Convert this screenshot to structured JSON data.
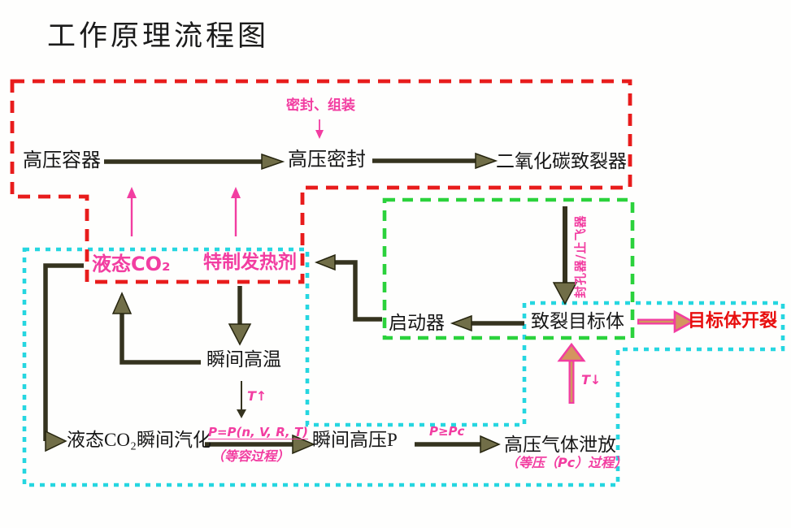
{
  "slide": {
    "title": "工作原理流程图"
  },
  "colors": {
    "red_dash": "#e81c1c",
    "green_dash": "#2bd23c",
    "cyan_dash": "#26d6e0",
    "pink": "#f23da1",
    "arrow_dark": "#35331f",
    "arrow_head_olive": "#716e48",
    "arrow_tan_core": "#d4955f",
    "text_black": "#161616",
    "cracked_red": "#e80f0f"
  },
  "nodes": {
    "vessel": "高压容器",
    "seal": "高压密封",
    "cracker": "二氧化碳致裂器",
    "liquid_co2": "液态CO₂",
    "agent": "特制发热剂",
    "starter": "启动器",
    "target": "致裂目标体",
    "cracked": "目标体开裂",
    "high_temp": "瞬间高温",
    "vaporize": "液态CO₂瞬间汽化",
    "high_pressure": "瞬间高压P",
    "gas_release": "高压气体泄放"
  },
  "annotations": {
    "seal_assemble": "密封、组装",
    "plug": "封孔器/止飞器",
    "t_up": "T↑",
    "t_down": "T↓",
    "formula": "P=P(n, V, R, T)",
    "isochoric": "（等容过程）",
    "p_condition": "P≥Pc",
    "isobaric": "（等压（Pc）过程）"
  }
}
